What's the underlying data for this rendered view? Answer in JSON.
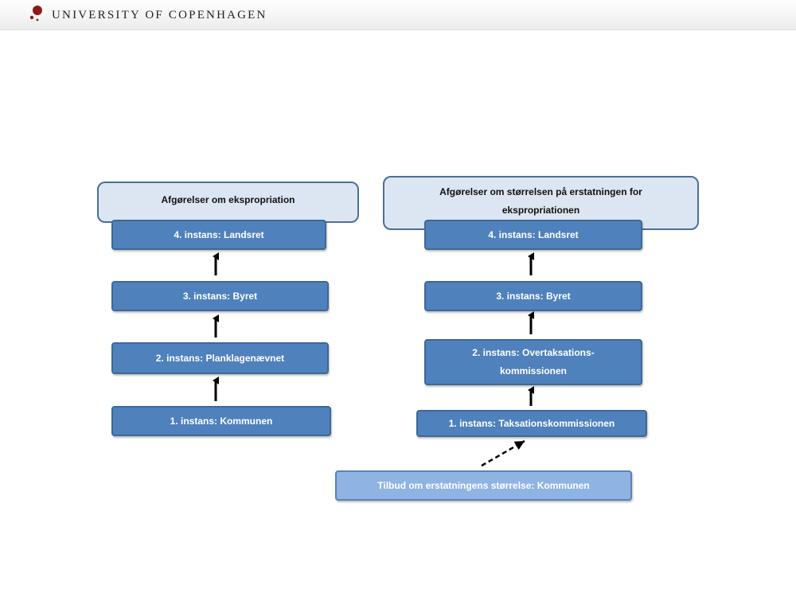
{
  "header": {
    "university_name": "UNIVERSITY OF COPENHAGEN",
    "logo_icon": "university-seal-icon",
    "logo_color": "#8b1a1a"
  },
  "colors": {
    "box_fill": "#4f81bd",
    "box_border": "#3f6895",
    "title_fill": "#dce6f2",
    "light_fill": "#8fb4e3"
  },
  "left": {
    "title": "Afgørelser om ekspropriation",
    "levels": [
      "4. instans: Landsret",
      "3. instans: Byret",
      "2. instans: Planklagenævnet",
      "1. instans: Kommunen"
    ]
  },
  "right": {
    "title": "Afgørelser om størrelsen på erstatningen for ekspropriationen",
    "levels": [
      "4. instans: Landsret",
      "3. instans: Byret",
      "2. instans: Overtaksations-kommissionen",
      "1. instans: Taksationskommissionen"
    ],
    "offer": "Tilbud om erstatningens størrelse: Kommunen"
  }
}
